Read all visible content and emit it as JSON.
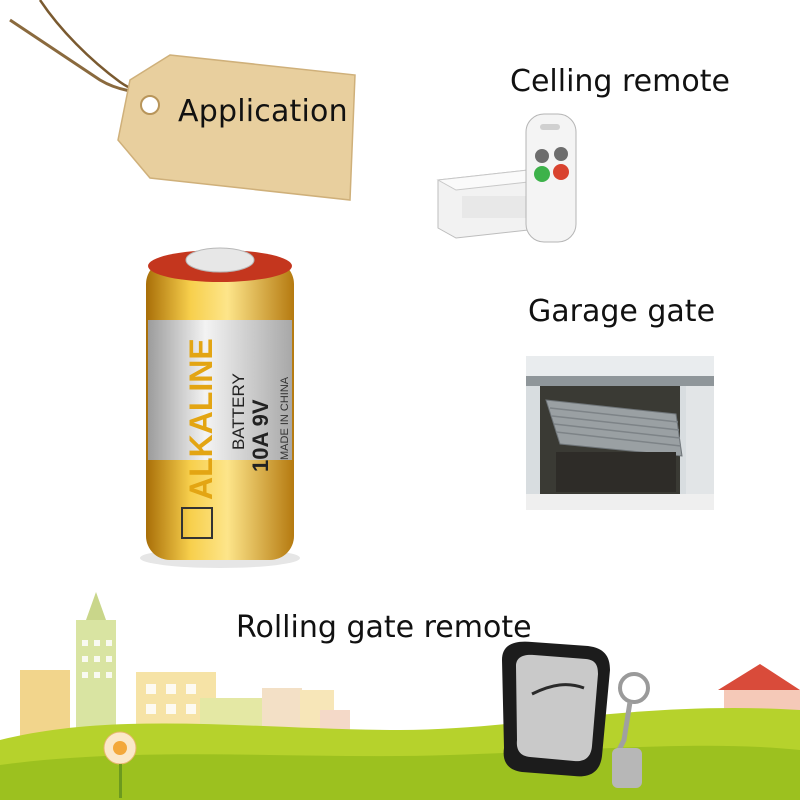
{
  "tag": {
    "label": "Application"
  },
  "sections": {
    "ceiling": {
      "title": "Celling remote"
    },
    "garage": {
      "title": "Garage gate"
    },
    "rolling": {
      "title": "Rolling gate remote"
    }
  },
  "battery": {
    "brand": "ALKALINE",
    "type": "BATTERY",
    "model": "10A 9V",
    "origin": "MADE IN CHINA"
  },
  "colors": {
    "gold": "#e0a619",
    "silver": "#d9d9d9",
    "grass": "#b6d22c",
    "tag": "#e8cf9e"
  }
}
